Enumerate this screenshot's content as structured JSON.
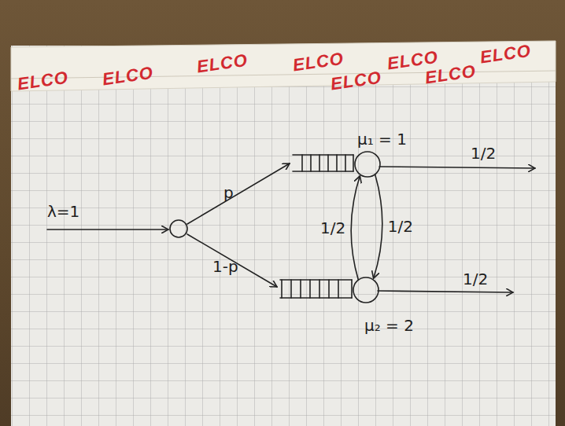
{
  "diagram": {
    "nodes": [
      {
        "text": [
          "μ₁ = 1"
        ]
      },
      {
        "text": [
          "μ₂ = 2"
        ]
      }
    ],
    "edges": [
      {
        "from": 0,
        "to": 1,
        "label": "1/2",
        "arrow": "to"
      },
      {
        "from": 1,
        "to": 0,
        "label": "1/2",
        "arrow": "to"
      }
    ],
    "labels": [
      "ELCO",
      "ELCO",
      "ELCO",
      "ELCO",
      "ELCO",
      "ELCO",
      "ELCO",
      "ELCO",
      "λ=1",
      "p",
      "1-p",
      "1/2",
      "1/2"
    ]
  }
}
